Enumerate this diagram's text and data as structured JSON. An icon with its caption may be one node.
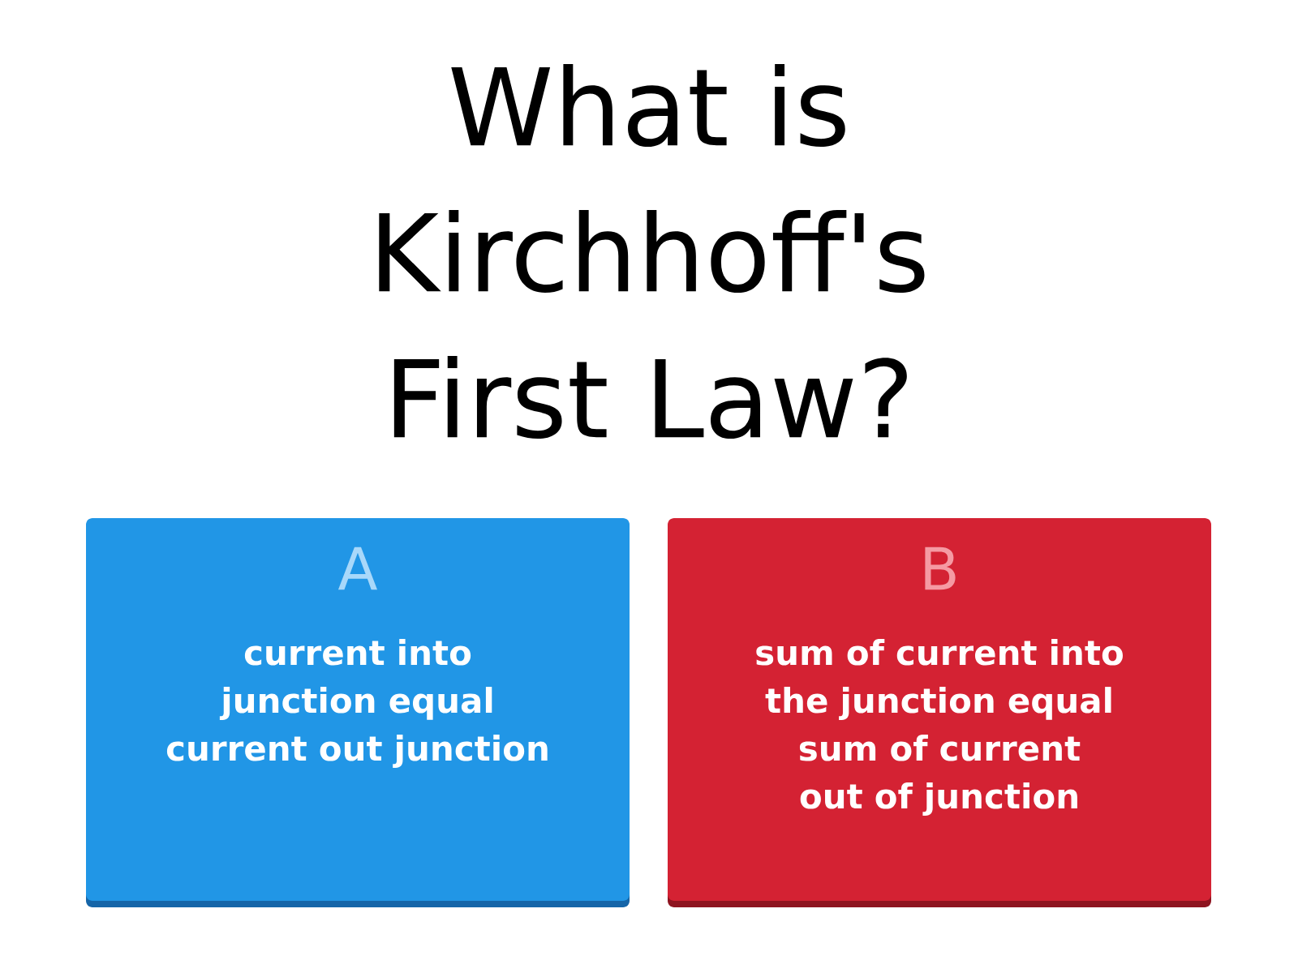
{
  "diagram": {
    "title": "What is Kirchhoff's First Law?",
    "nodes": [
      {
        "text": [
          "A",
          "current into junction equal current out junction"
        ]
      },
      {
        "text": [
          "B",
          "sum of current into the junction equal sum of current out of junction"
        ]
      }
    ]
  }
}
